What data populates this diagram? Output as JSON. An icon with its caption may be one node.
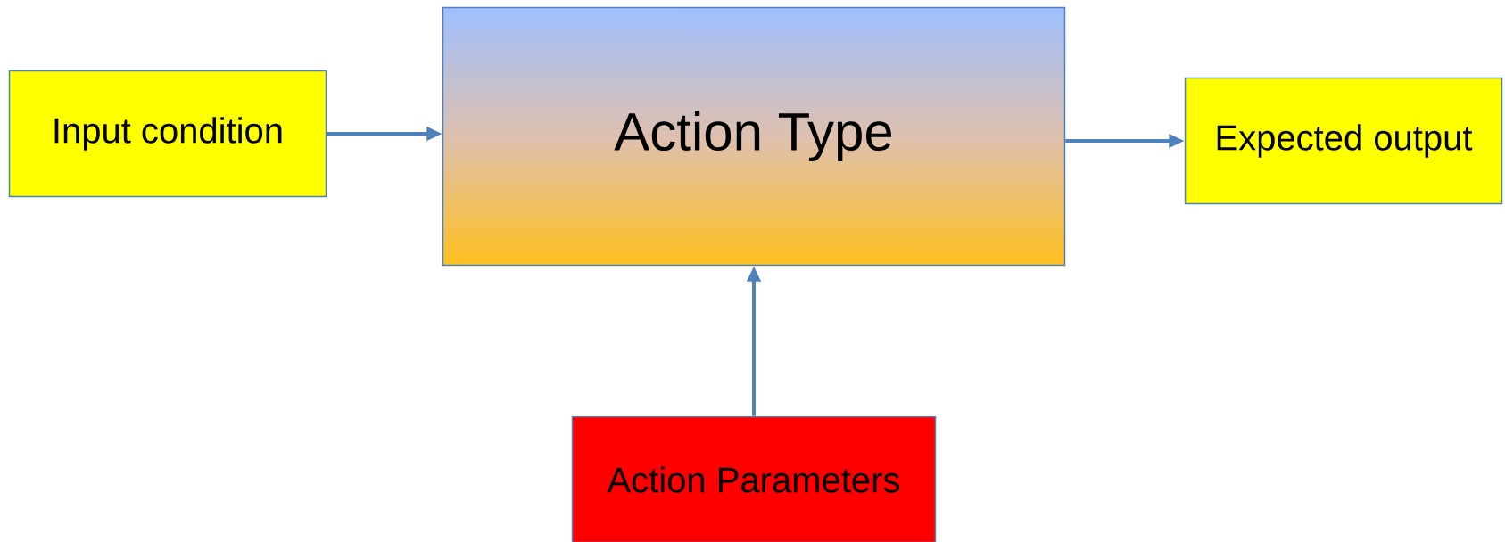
{
  "diagram": {
    "nodes": [
      {
        "text": [
          "Input condition"
        ]
      },
      {
        "text": [
          "Action Type"
        ]
      },
      {
        "text": [
          "Expected output"
        ]
      },
      {
        "text": [
          "Action Parameters"
        ]
      }
    ],
    "edges": [
      {
        "from": 0,
        "to": 1,
        "arrow": "to"
      },
      {
        "from": 1,
        "to": 2,
        "arrow": "to"
      },
      {
        "from": 3,
        "to": 1,
        "arrow": "to"
      }
    ]
  }
}
